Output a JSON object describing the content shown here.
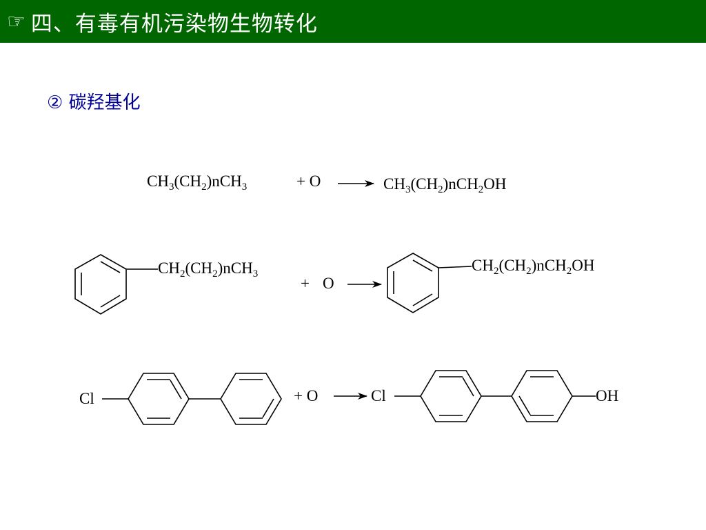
{
  "header": {
    "bullet_icon": "pointing-hand-icon",
    "bullet_glyph": "☞",
    "title": "四、有毒有机污染物生物转化",
    "background_color": "#006600"
  },
  "section": {
    "subtitle": "② 碳羟基化",
    "subtitle_color": "#000099"
  },
  "reactions": [
    {
      "reactant": {
        "parts": [
          "CH",
          "3",
          "(CH",
          "2",
          ")nCH",
          "3"
        ]
      },
      "reagent": "+ O",
      "product": {
        "parts": [
          "CH",
          "3",
          "(CH",
          "2",
          ")nCH",
          "2",
          "OH"
        ]
      }
    },
    {
      "reactant_chain": {
        "parts": [
          "CH",
          "2",
          "(CH",
          "2",
          ")nCH",
          "3"
        ]
      },
      "plus": "+",
      "reagent": "O",
      "product_chain": {
        "parts": [
          "CH",
          "2",
          "(CH",
          "2",
          ")nCH",
          "2",
          "OH"
        ]
      }
    },
    {
      "reactant_substituent": "Cl",
      "reagent": "+ O",
      "product_substituent_left": "Cl",
      "product_substituent_right": "OH"
    }
  ]
}
